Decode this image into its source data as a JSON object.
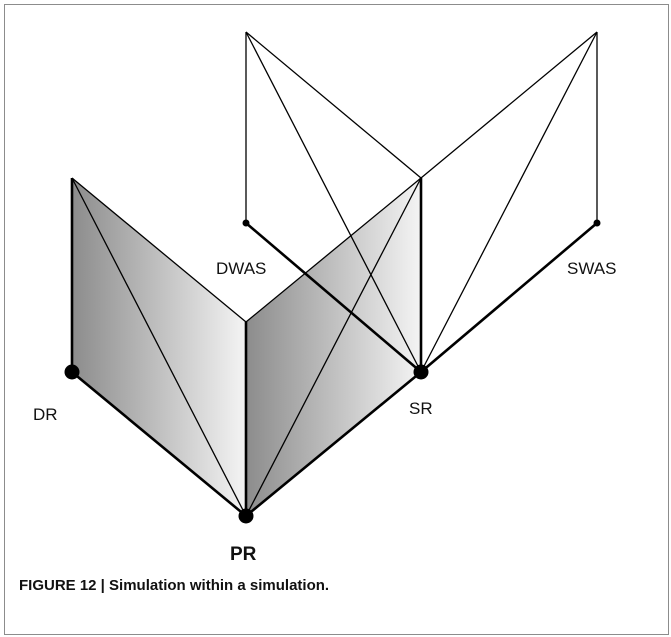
{
  "diagram": {
    "labels": {
      "dwas": "DWAS",
      "swas": "SWAS",
      "dr": "DR",
      "sr": "SR",
      "pr": "PR"
    },
    "colors": {
      "line": "#000000",
      "panel_dark": "#8f8f8f",
      "panel_light": "#f2f2f2",
      "frame": "#8c8c8c"
    }
  },
  "caption": {
    "text": "FIGURE 12 | Simulation within a simulation."
  }
}
